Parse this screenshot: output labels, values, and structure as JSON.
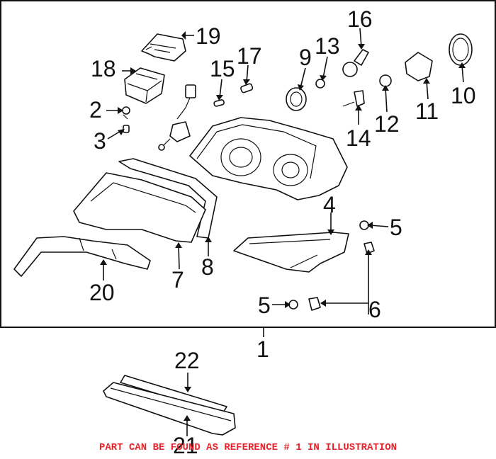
{
  "diagram": {
    "callouts": {
      "c1": "1",
      "c2": "2",
      "c3": "3",
      "c4": "4",
      "c5a": "5",
      "c5b": "5",
      "c6": "6",
      "c7": "7",
      "c8": "8",
      "c9": "9",
      "c10": "10",
      "c11": "11",
      "c12": "12",
      "c13": "13",
      "c14": "14",
      "c15": "15",
      "c16": "16",
      "c17": "17",
      "c18": "18",
      "c19": "19",
      "c20": "20",
      "c21": "21",
      "c22": "22"
    },
    "note": "PART CAN BE FOUND AS REFERENCE # 1 IN ILLUSTRATION",
    "colors": {
      "line": "#111111",
      "note": "#e8232a",
      "background": "#ffffff"
    }
  }
}
